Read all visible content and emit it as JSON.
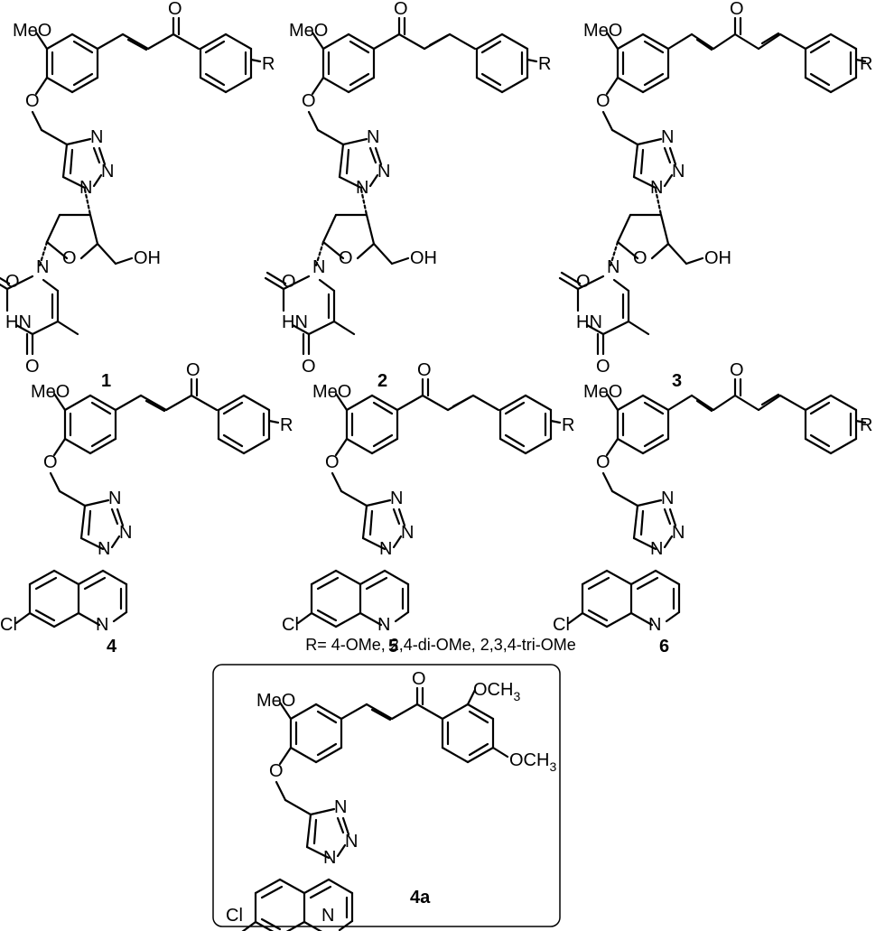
{
  "compounds": {
    "c1": {
      "label": "1"
    },
    "c2": {
      "label": "2"
    },
    "c3": {
      "label": "3"
    },
    "c4": {
      "label": "4"
    },
    "c5": {
      "label": "5"
    },
    "c6": {
      "label": "6"
    },
    "c4a": {
      "label": "4a"
    }
  },
  "r_definition": "R= 4-OMe, 2,4-di-OMe, 2,3,4-tri-OMe",
  "atom_labels": {
    "meo": "MeO",
    "o": "O",
    "n": "N",
    "r": "R",
    "oh": "OH",
    "hn": "HN",
    "cl": "Cl",
    "och3_main": "OCH",
    "och3_sub": "3"
  }
}
